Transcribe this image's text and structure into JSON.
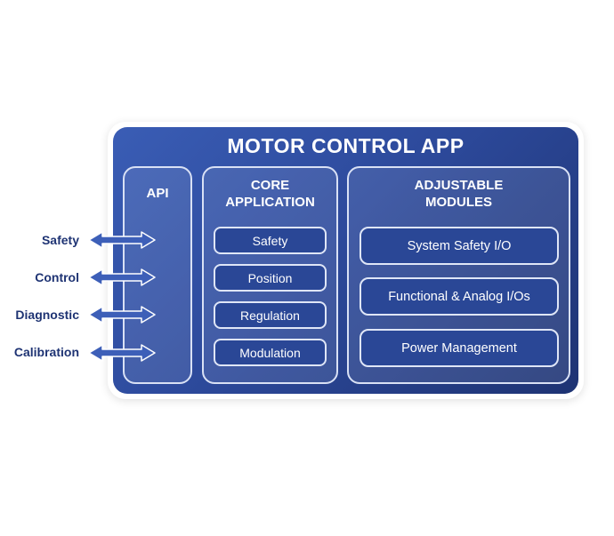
{
  "title": "MOTOR CONTROL APP",
  "api": {
    "title": "API"
  },
  "core": {
    "title_line1": "CORE",
    "title_line2": "APPLICATION",
    "items": [
      "Safety",
      "Position",
      "Regulation",
      "Modulation"
    ]
  },
  "adjustable": {
    "title_line1": "ADJUSTABLE",
    "title_line2": "MODULES",
    "items": [
      "System Safety I/O",
      "Functional & Analog I/Os",
      "Power Management"
    ]
  },
  "interfaces": [
    "Safety",
    "Control",
    "Diagnostic",
    "Calibration"
  ],
  "colors": {
    "primary": "#2d4a9c",
    "dark": "#1e3373",
    "outline": "#dfe6f7"
  }
}
